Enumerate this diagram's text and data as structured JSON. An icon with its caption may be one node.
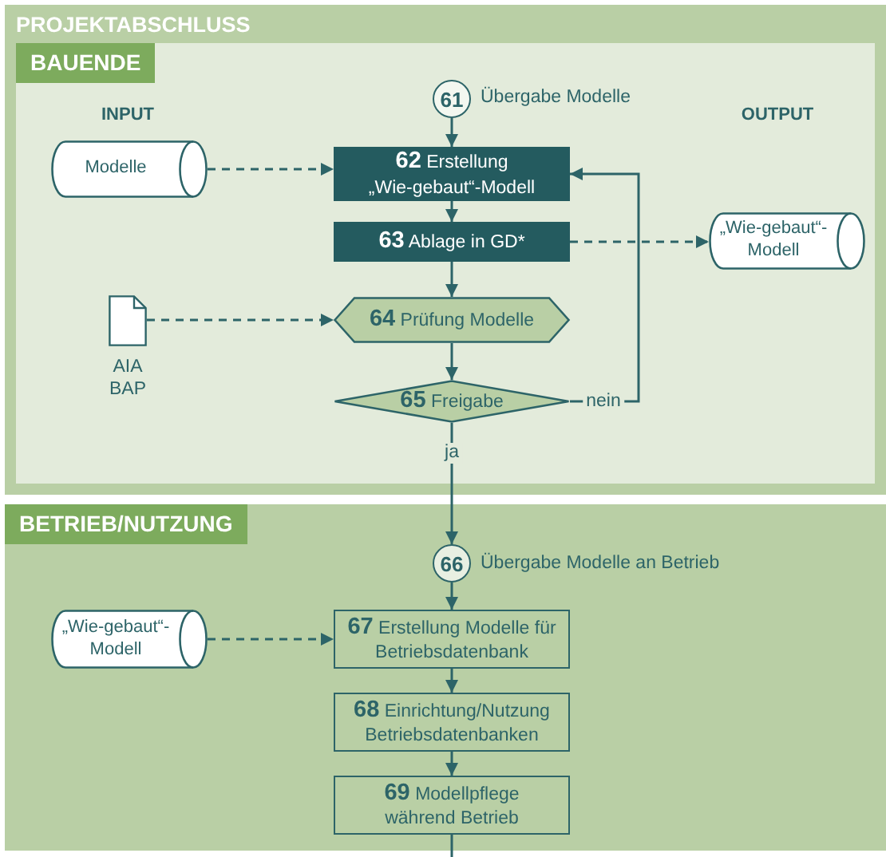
{
  "diagram": {
    "nodes": [
      {
        "text": [
          "PROJEKTABSCHLUSS"
        ]
      },
      {
        "text": [
          "BAUENDE"
        ],
        "in": 0
      },
      {
        "text": [
          "61"
        ],
        "beside": [
          "Übergabe Modelle"
        ],
        "in": 1
      },
      {
        "text": [
          "Modelle"
        ],
        "in": 1
      },
      {
        "text": [
          "**62** Erstellung „Wie-gebaut“-Modell"
        ],
        "in": 1
      },
      {
        "text": [
          "**63** Ablage in GD*"
        ],
        "in": 1
      },
      {
        "text": [
          "„Wie-gebaut“-Modell"
        ],
        "in": 1
      },
      {
        "text": [
          "AIA BAP"
        ],
        "in": 1
      },
      {
        "text": [
          "**64** Prüfung Modelle"
        ],
        "in": 1
      },
      {
        "text": [
          "**65** Freigabe"
        ],
        "in": 1
      },
      {
        "text": [
          "BETRIEB/NUTZUNG"
        ]
      },
      {
        "text": [
          "66"
        ],
        "beside": [
          "Übergabe Modelle an Betrieb"
        ],
        "in": 10
      },
      {
        "text": [
          "„Wie-gebaut“-Modell"
        ],
        "in": 10
      },
      {
        "text": [
          "**67** Erstellung Modelle für Betriebsdatenbank"
        ],
        "in": 10
      },
      {
        "text": [
          "**68** Einrichtung/Nutzung Betriebsdatenbanken"
        ],
        "in": 10
      },
      {
        "text": [
          "**69** Modellpflege während Betrieb"
        ],
        "in": 10
      }
    ],
    "edges": [
      {
        "from": 2,
        "to": 4,
        "arrow": "to"
      },
      {
        "from": 3,
        "to": 4,
        "arrow": "to",
        "style": "dashed"
      },
      {
        "from": 4,
        "to": 5,
        "arrow": "to"
      },
      {
        "from": 5,
        "to": 6,
        "arrow": "to",
        "style": "dashed"
      },
      {
        "from": 7,
        "to": 8,
        "arrow": "to",
        "style": "dashed"
      },
      {
        "from": 5,
        "to": 8,
        "arrow": "to"
      },
      {
        "from": 8,
        "to": 9,
        "arrow": "to"
      },
      {
        "from": 9,
        "to": 4,
        "arrow": "to",
        "label": "nein"
      },
      {
        "from": 9,
        "to": 11,
        "arrow": "to",
        "label": "ja"
      },
      {
        "from": 11,
        "to": 13,
        "arrow": "to"
      },
      {
        "from": 12,
        "to": 13,
        "arrow": "to",
        "style": "dashed"
      },
      {
        "from": 13,
        "to": 14,
        "arrow": "to"
      },
      {
        "from": 14,
        "to": 15,
        "arrow": "to"
      },
      {
        "from": 15,
        "to": null,
        "arrow": "none"
      }
    ],
    "labels": [
      "INPUT",
      "OUTPUT"
    ]
  }
}
